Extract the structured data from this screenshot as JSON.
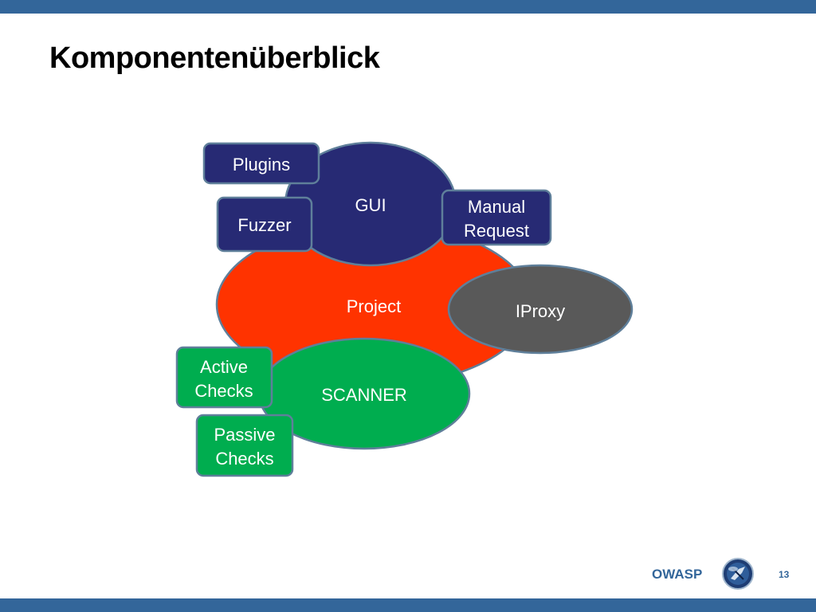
{
  "slide": {
    "title": "Komponentenüberblick",
    "page_number": "13"
  },
  "footer": {
    "brand": "OWASP",
    "logo_icon": "owasp-wasp-logo-icon"
  },
  "colors": {
    "bar": "#33669a",
    "gui": "#272a74",
    "project": "#ff3300",
    "scanner": "#00ad4f",
    "proxy": "#595959",
    "box_border": "#5f7f9a"
  },
  "diagram": {
    "project": "Project",
    "gui": "GUI",
    "scanner": "SCANNER",
    "proxy": "IProxy",
    "plugins": "Plugins",
    "fuzzer": "Fuzzer",
    "manual_request": [
      "Manual",
      "Request"
    ],
    "active_checks": [
      "Active",
      "Checks"
    ],
    "passive_checks": [
      "Passive",
      "Checks"
    ]
  }
}
